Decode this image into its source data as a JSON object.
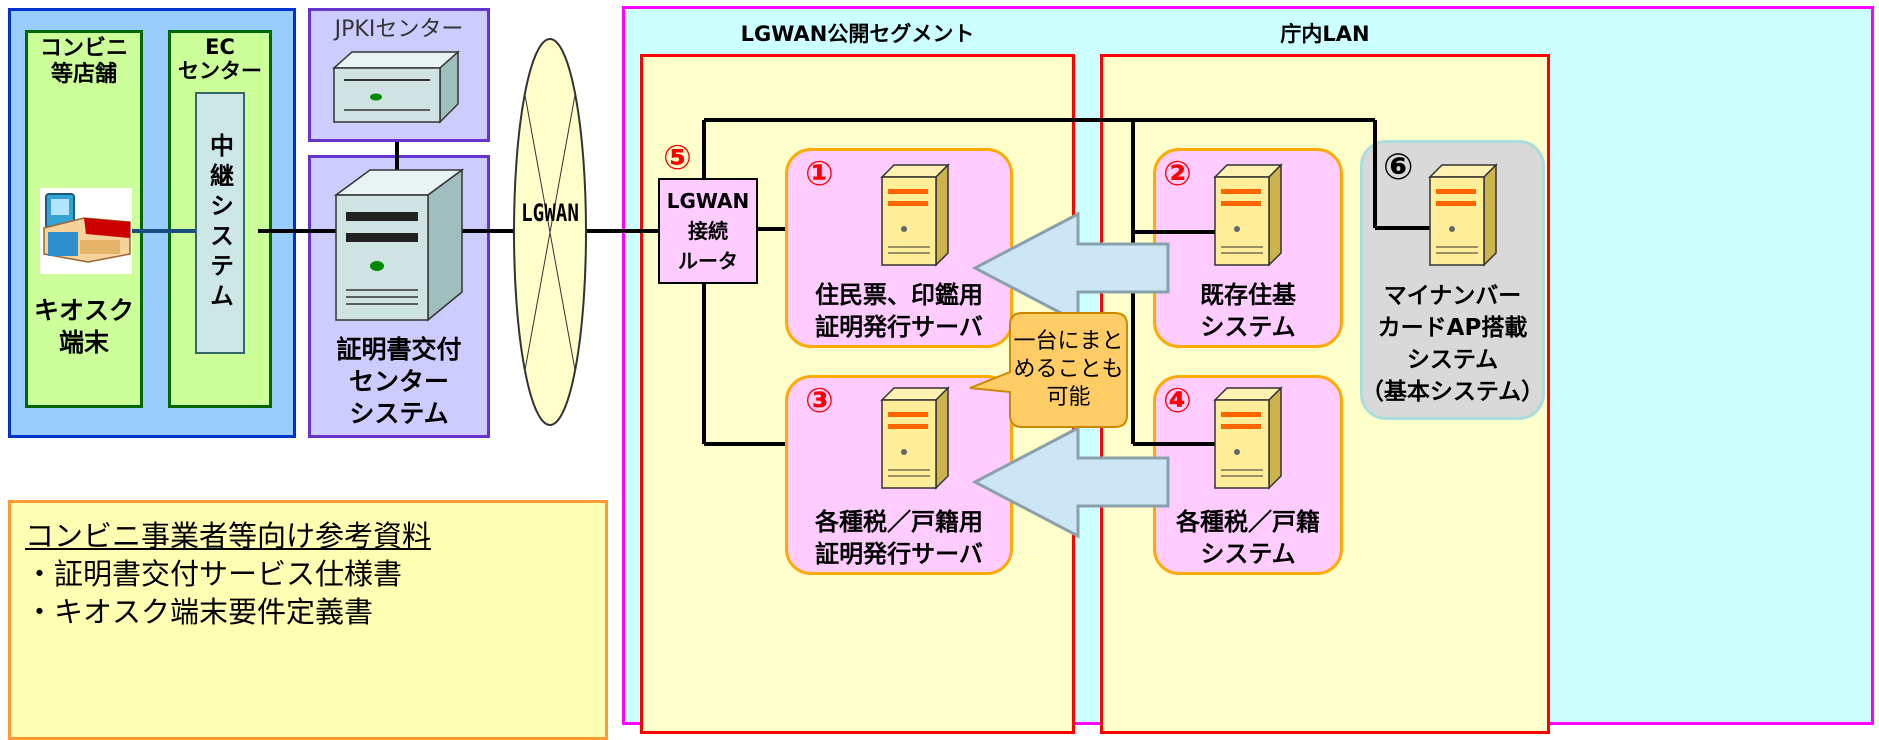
{
  "left_area": {
    "convenience_store": "コンビニ\n等店舗",
    "ec_center": "EC\nセンター",
    "relay_system": "中継システム",
    "kiosk": "キオスク\n端末"
  },
  "jpki_center": "JPKIセンター",
  "cert_center": "証明書交付\nセンター\nシステム",
  "lgwan_cloud": "LGWAN",
  "public_segment": "LGWAN公開セグメント",
  "internal_lan": "庁内LAN",
  "router": {
    "number": "⑤",
    "label": "LGWAN\n接続\nルータ"
  },
  "servers": [
    {
      "number": "①",
      "label": "住民票、印鑑用\n証明発行サーバ"
    },
    {
      "number": "③",
      "label": "各種税／戸籍用\n証明発行サーバ"
    },
    {
      "number": "②",
      "label": "既存住基\nシステム"
    },
    {
      "number": "④",
      "label": "各種税／戸籍\nシステム"
    },
    {
      "number": "⑥",
      "label": "マイナンバー\nカードAP搭載\nシステム\n（基本システム）"
    }
  ],
  "callout": "一台にまと\nめることも\n可能",
  "reference": {
    "title": "コンビニ事業者等向け参考資料",
    "items": [
      "・証明書交付サービス仕様書",
      "・キオスク端末要件定義書"
    ]
  },
  "colors": {
    "blue_zone": "#99ccff",
    "blue_border": "#0033cc",
    "green_fill": "#ccff99",
    "green_border": "#006600",
    "purple_fill": "#ccccff",
    "purple_border": "#6633cc",
    "magenta_border": "#ff00ff",
    "cyan_fill": "#ccffff",
    "yellow_fill": "#ffffcc",
    "red_border": "#ff0000",
    "pink_fill": "#ffccff",
    "orange_border": "#ffaa00",
    "gray_fill": "#d9d9d9",
    "number_red": "#ff0000"
  }
}
